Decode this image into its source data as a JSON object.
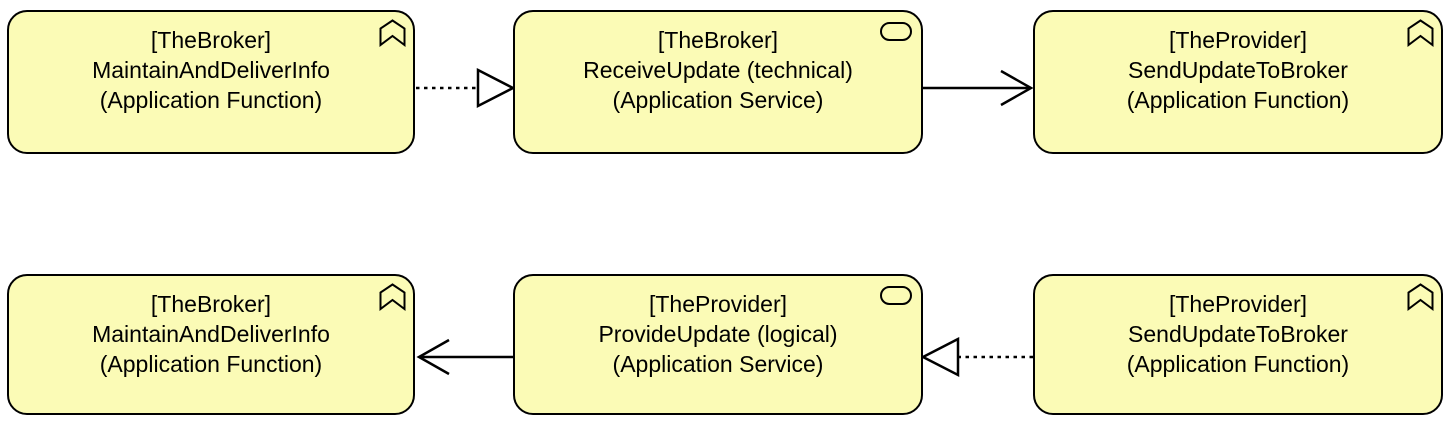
{
  "style": {
    "canvas_bg": "#ffffff",
    "node_fill": "#fbfbb6",
    "node_border": "#000000",
    "text_color": "#000000"
  },
  "nodes": [
    {
      "id": "maintain-and-deliver-info-top",
      "lines": [
        "[TheBroker]",
        "MaintainAndDeliverInfo",
        "(Application Function)"
      ],
      "element_type": "Application Function",
      "icon": "function-chevron"
    },
    {
      "id": "receive-update-technical",
      "lines": [
        "[TheBroker]",
        "ReceiveUpdate (technical)",
        "(Application Service)"
      ],
      "element_type": "Application Service",
      "icon": "service-pill"
    },
    {
      "id": "send-update-to-broker-top",
      "lines": [
        "[TheProvider]",
        "SendUpdateToBroker",
        "(Application Function)"
      ],
      "element_type": "Application Function",
      "icon": "function-chevron"
    },
    {
      "id": "maintain-and-deliver-info-bottom",
      "lines": [
        "[TheBroker]",
        "MaintainAndDeliverInfo",
        "(Application Function)"
      ],
      "element_type": "Application Function",
      "icon": "function-chevron"
    },
    {
      "id": "provide-update-logical",
      "lines": [
        "[TheProvider]",
        "ProvideUpdate (logical)",
        "(Application Service)"
      ],
      "element_type": "Application Service",
      "icon": "service-pill"
    },
    {
      "id": "send-update-to-broker-bottom",
      "lines": [
        "[TheProvider]",
        "SendUpdateToBroker",
        "(Application Function)"
      ],
      "element_type": "Application Function",
      "icon": "function-chevron"
    }
  ],
  "relations": [
    {
      "from_node": 0,
      "to_node": 1,
      "line_style": "dotted",
      "head": "hollow-triangle",
      "head_direction": "right"
    },
    {
      "from_node": 1,
      "to_node": 2,
      "line_style": "solid",
      "head": "open-arrow",
      "head_direction": "right"
    },
    {
      "from_node": 4,
      "to_node": 3,
      "line_style": "solid",
      "head": "open-arrow",
      "head_direction": "left"
    },
    {
      "from_node": 5,
      "to_node": 4,
      "line_style": "dotted",
      "head": "hollow-triangle",
      "head_direction": "left"
    }
  ]
}
